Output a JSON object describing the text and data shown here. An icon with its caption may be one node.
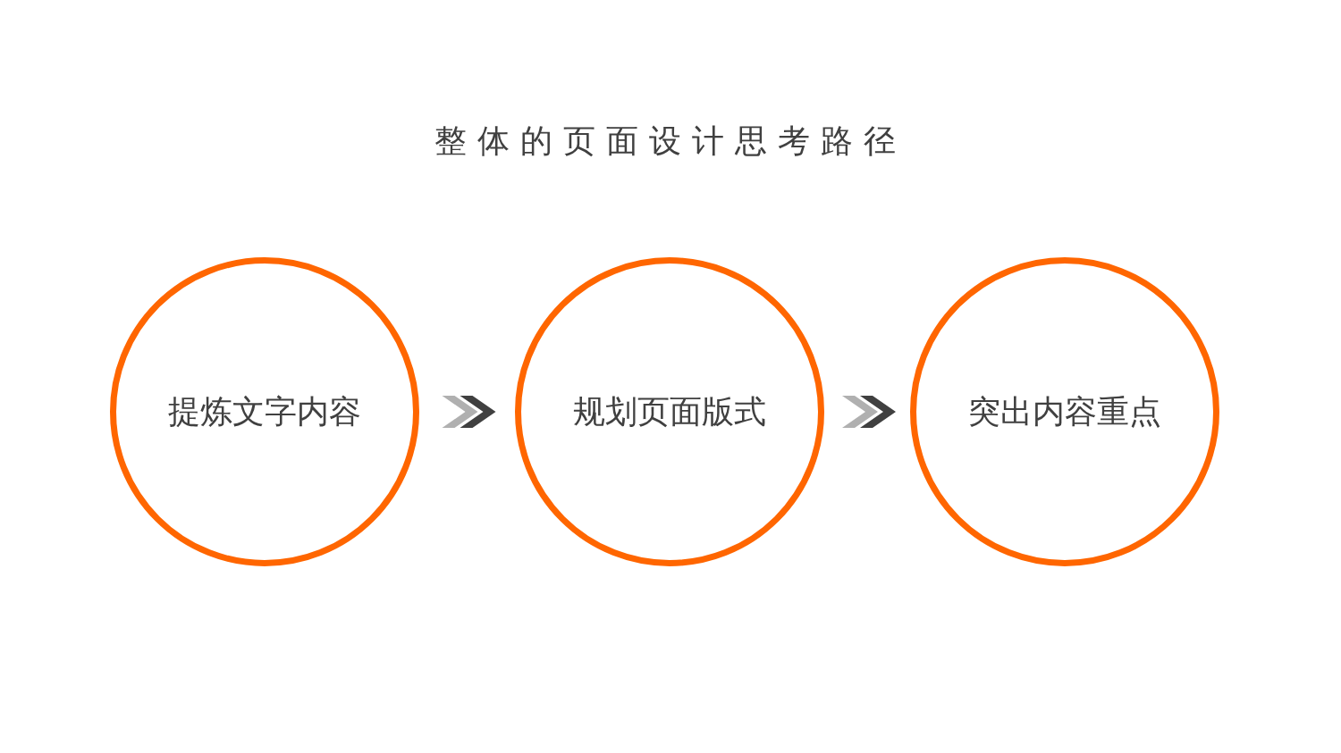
{
  "diagram": {
    "title": "整体的页面设计思考路径",
    "nodes": [
      {
        "text": [
          "提炼文字内容"
        ]
      },
      {
        "text": [
          "规划页面版式"
        ]
      },
      {
        "text": [
          "突出内容重点"
        ]
      }
    ],
    "edges": [
      {
        "from": 0,
        "to": 1,
        "arrow": "to"
      },
      {
        "from": 1,
        "to": 2,
        "arrow": "to"
      }
    ]
  }
}
